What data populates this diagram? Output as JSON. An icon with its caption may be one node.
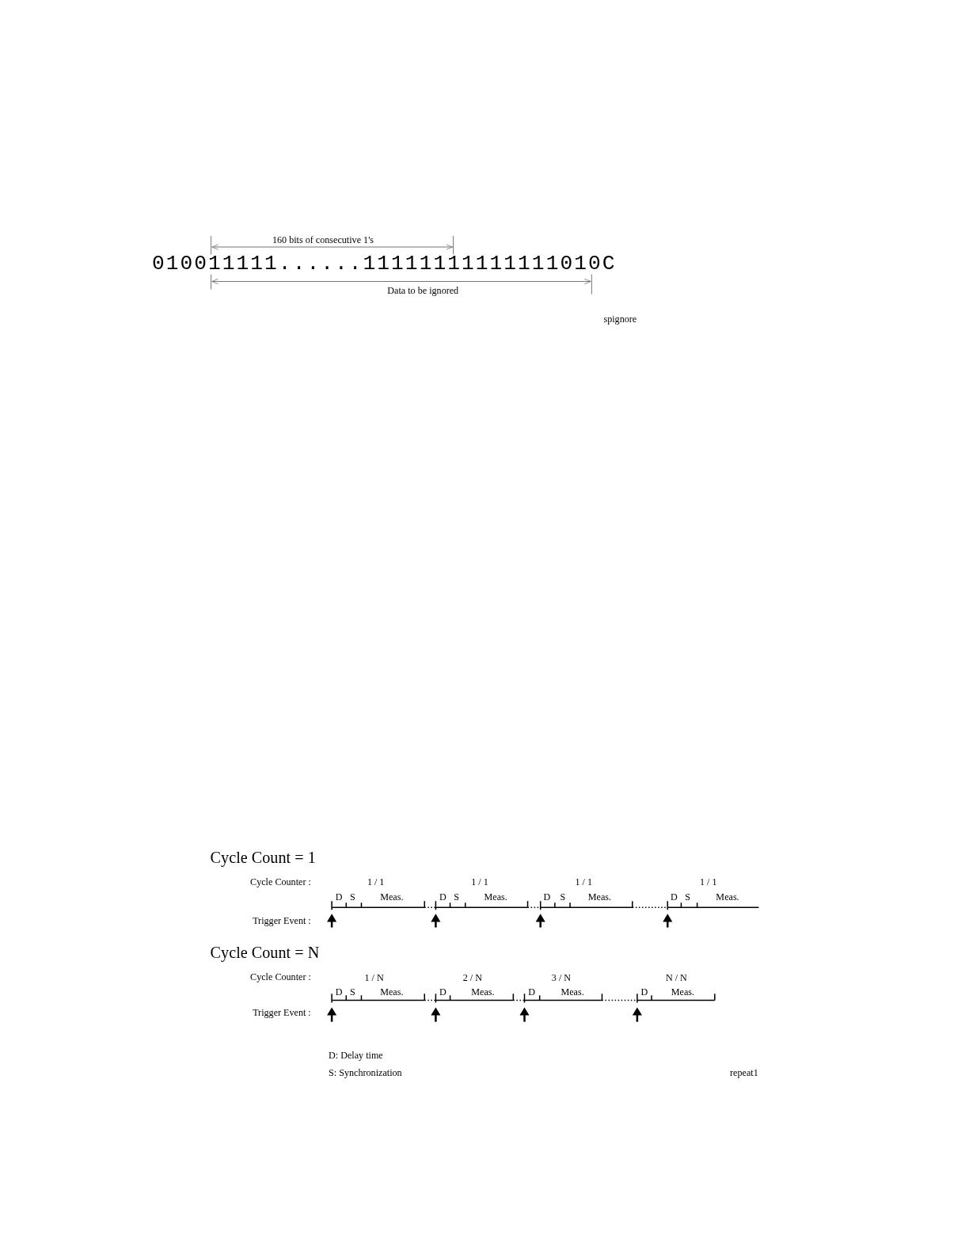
{
  "diagram": {
    "labels": [
      "160 bits of consecutive 1's",
      "010011111......11111111111111010C",
      "Data to be ignored",
      "spignore",
      "Cycle Count = 1",
      "Cycle Counter :",
      "1 / 1",
      "1 / 1",
      "1 / 1",
      "1 / 1",
      "D",
      "S",
      "Meas.",
      "D",
      "S",
      "Meas.",
      "D",
      "S",
      "Meas.",
      "D",
      "S",
      "Meas.",
      "Trigger Event :",
      "Cycle Count = N",
      "Cycle Counter :",
      "1 / N",
      "2 / N",
      "3 / N",
      "N / N",
      "D",
      "S",
      "Meas.",
      "D",
      "Meas.",
      "D",
      "Meas.",
      "D",
      "Meas.",
      "Trigger Event :",
      "D: Delay time",
      "S: Synchronization",
      "repeat1"
    ]
  }
}
